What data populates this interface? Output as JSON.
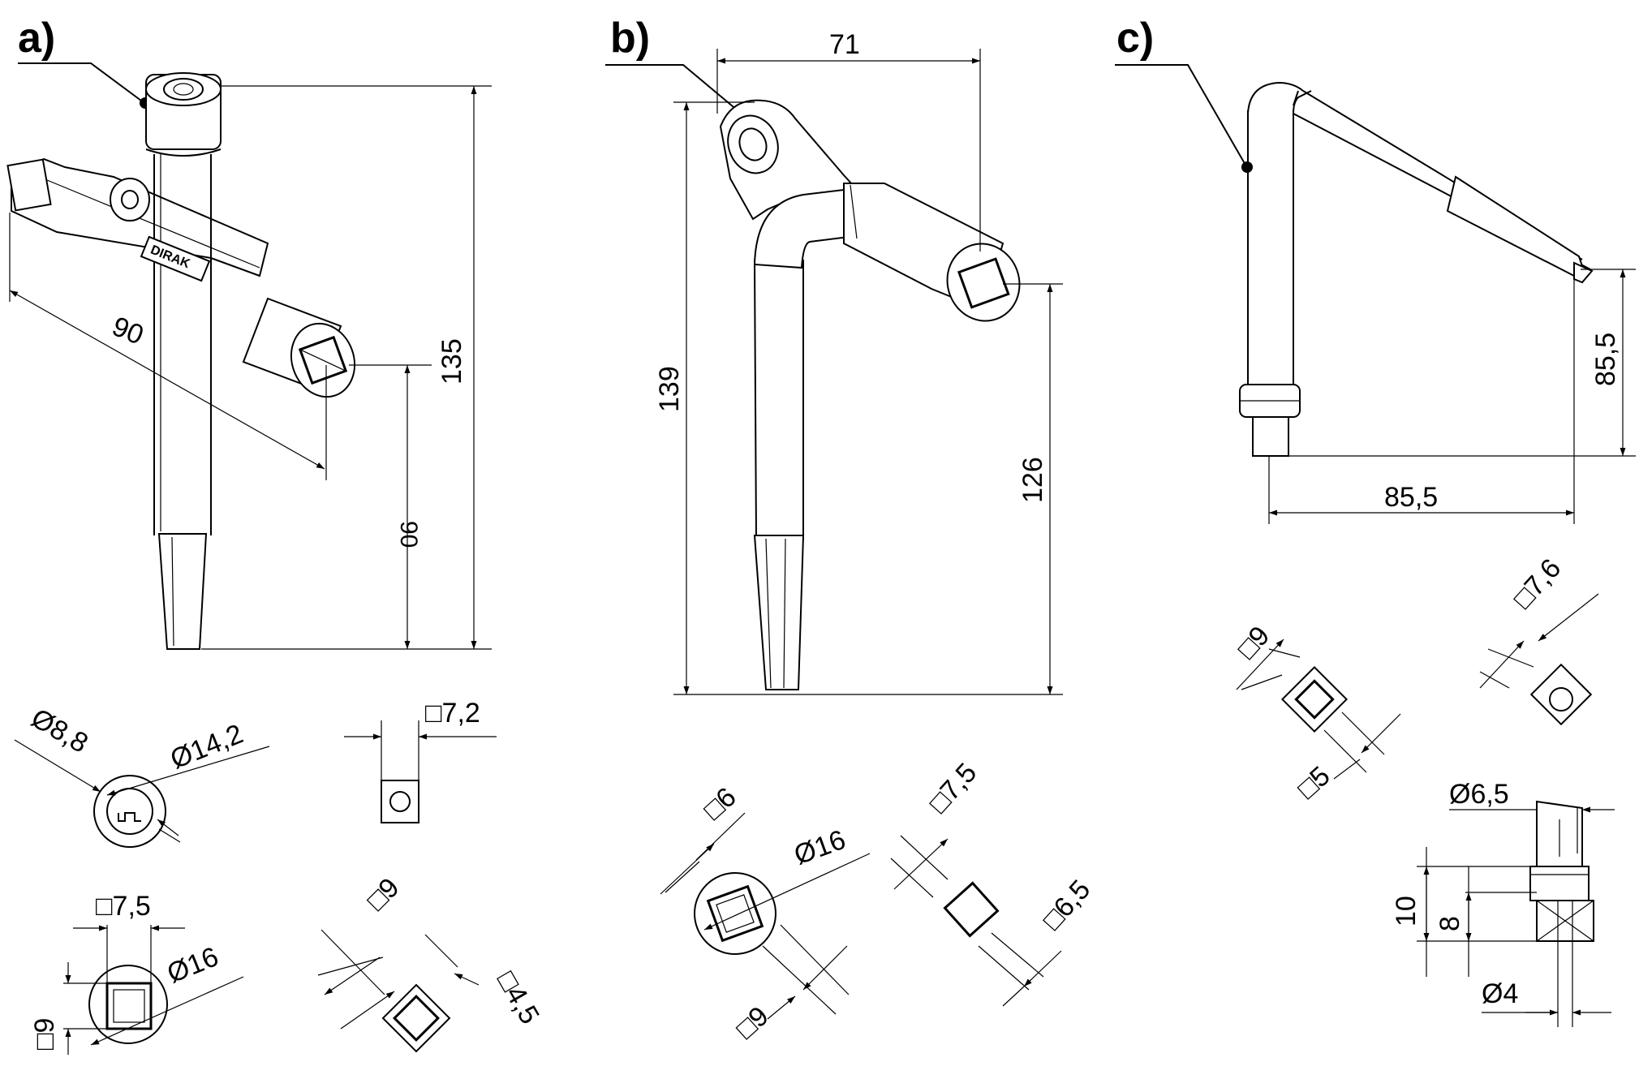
{
  "panels": {
    "a": {
      "label": "a)",
      "brand": "DIRAK",
      "dims": {
        "length_shaft": "90",
        "overall_height": "135",
        "socket_height": "90",
        "hole_inner": "Ø8,8",
        "hole_outer": "Ø14,2",
        "square_end": "□7,2",
        "socket_square": "□7,5",
        "socket_diameter": "Ø16",
        "socket_side": "□9",
        "tip_outer": "□9",
        "tip_inner": "□4,5"
      }
    },
    "b": {
      "label": "b)",
      "dims": {
        "width": "71",
        "overall_height": "139",
        "socket_height": "126",
        "socket_inner": "□6",
        "socket_diameter": "Ø16",
        "socket_outer": "□9",
        "tip_outer": "□7,5",
        "tip_inner": "□6,5"
      }
    },
    "c": {
      "label": "c)",
      "dims": {
        "height": "85,5",
        "width": "85,5",
        "end_outer": "□9",
        "end_inner": "□5",
        "tip_square": "□7,6",
        "pin_diameter": "Ø6,5",
        "length_10": "10",
        "length_8": "8",
        "inner_diameter": "Ø4"
      }
    }
  }
}
